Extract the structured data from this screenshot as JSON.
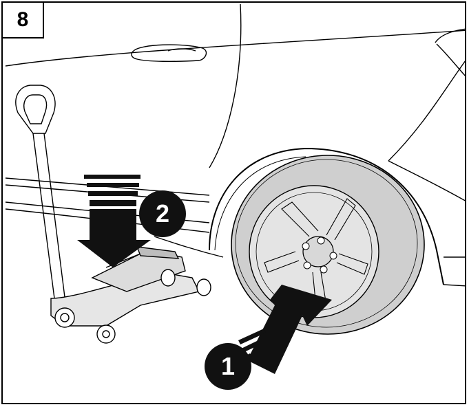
{
  "step": {
    "number": "8"
  },
  "callouts": [
    {
      "id": "1",
      "label": "1"
    },
    {
      "id": "2",
      "label": "2"
    }
  ],
  "colors": {
    "line": "#000000",
    "tire": "#cfcfcf",
    "badge": "#111111"
  },
  "icons": {
    "arrow_1": "arrow-up-right-icon",
    "arrow_2": "arrow-down-icon"
  }
}
